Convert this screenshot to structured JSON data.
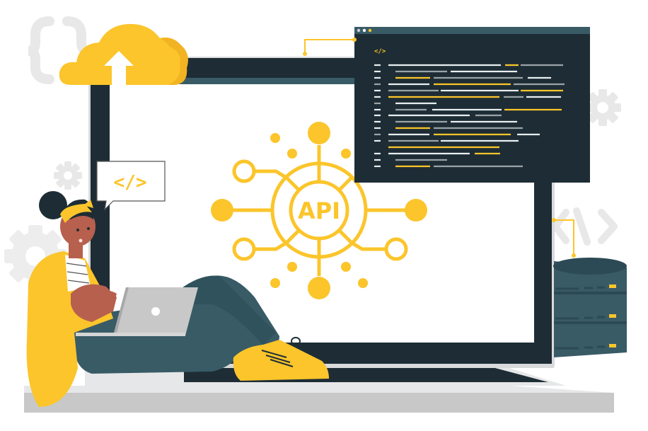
{
  "illustration": {
    "subject": "API integration illustration",
    "hub_label": "API",
    "speech_bubble_text": "</>",
    "code_window_tag": "</>",
    "code_window_dots": 3,
    "code_lines": 17,
    "server_units": 3
  },
  "colors": {
    "accent_yellow": "#FBC52B",
    "dark_navy": "#1E2D35",
    "slate_teal": "#385B66",
    "light_gray": "#E6E7E8",
    "mid_gray": "#C8C8C8",
    "skin": "#B7604E",
    "white": "#FFFFFF"
  },
  "icons": [
    "cloud-upload-icon",
    "curly-braces-icon",
    "gear-icon",
    "code-brackets-icon",
    "database-server-icon",
    "laptop-icon"
  ]
}
